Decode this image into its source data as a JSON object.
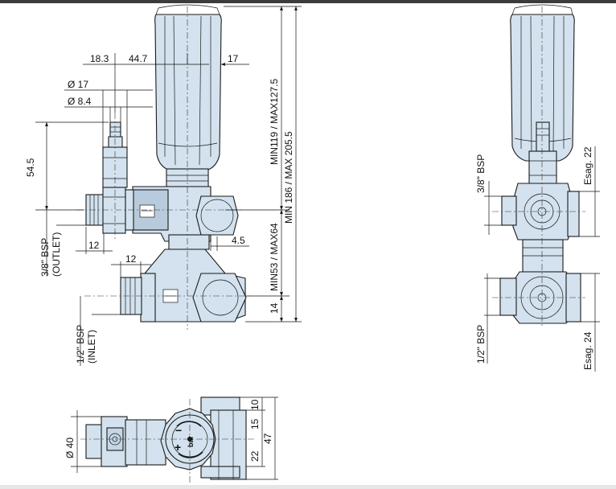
{
  "colors": {
    "part_fill": "#d3e2ee",
    "part_shade": "#b7cbdc",
    "line": "#1a1a1a",
    "top_bar": "#3c3c3c",
    "bottom_bar": "#e6e6e6"
  },
  "front_view": {
    "dim_18_3": "18.3",
    "dim_44_7": "44.7",
    "dim_17": "17",
    "dia_17": "Ø 17",
    "dia_8_4": "Ø 8.4",
    "dim_54_5": "54.5",
    "dim_12_outlet": "12",
    "dim_12_inlet": "12",
    "dim_4_5": "4.5",
    "dim_14": "14",
    "min119_max127": "MIN119 / MAX127.5",
    "min186_max205": "MIN 186 / MAX 205.5",
    "min53_max64": "MIN53 / MAX64",
    "outlet_bsp": "3/8\" BSP",
    "outlet_label": "(OUTLET)",
    "inlet_bsp": "1/2\" BSP",
    "inlet_label": "(INLET)"
  },
  "side_view": {
    "bsp_3_8": "3/8\" BSP",
    "esag_22": "Esag. 22",
    "bsp_1_2": "1/2\" BSP",
    "esag_24": "Esag. 24"
  },
  "top_view": {
    "dia_40": "Ø 40",
    "dim_10": "10",
    "dim_15": "15",
    "dim_47": "47",
    "dim_22": "22",
    "knob_minus": "−",
    "knob_plus": "+",
    "knob_bar": "bar"
  }
}
